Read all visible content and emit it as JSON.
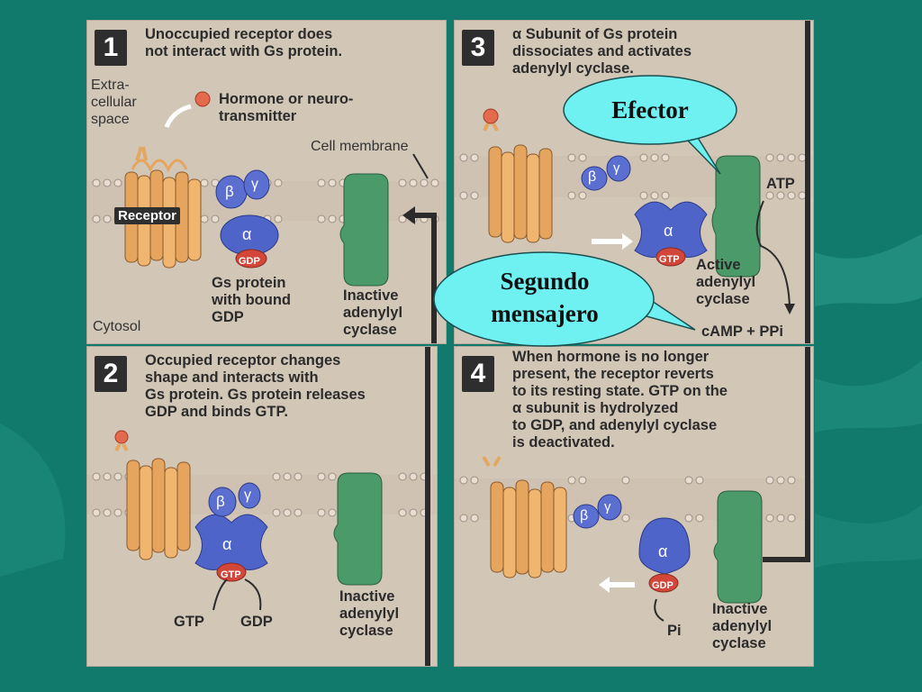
{
  "slide": {
    "background": "#127a6c",
    "panel_color": "#d2c6b7"
  },
  "panel1": {
    "number": "1",
    "title": "Unoccupied receptor does\nnot interact with Gs protein.",
    "extracellular": "Extra-\ncellular\nspace",
    "hormone": "Hormone or neuro-\ntransmitter",
    "membrane": "Cell membrane",
    "receptor": "Receptor",
    "gs_label": "Gs protein\nwith bound\nGDP",
    "cytosol": "Cytosol",
    "cyclase": "Inactive\nadenylyl\ncyclase"
  },
  "panel2": {
    "number": "2",
    "title": "Occupied receptor changes\nshape and interacts with\nGs protein. Gs protein releases\nGDP and binds GTP.",
    "gtp": "GTP",
    "gdp": "GDP",
    "cyclase": "Inactive\nadenylyl\ncyclase"
  },
  "panel3": {
    "number": "3",
    "title": "α Subunit of Gs protein\ndissociates and activates\nadenylyl cyclase.",
    "atp": "ATP",
    "active": "Active\nadenylyl\ncyclase",
    "camp": "cAMP + PPi"
  },
  "panel4": {
    "number": "4",
    "title": "When hormone is no longer\npresent, the receptor reverts\nto its resting state. GTP on the\nα subunit is hydrolyzed\nto GDP, and adenylyl cyclase\nis deactivated.",
    "pi": "Pi",
    "cyclase": "Inactive\nadenylyl\ncyclase"
  },
  "subunits": {
    "alpha": "α",
    "beta": "β",
    "gamma": "γ",
    "gdp": "GDP",
    "gtp": "GTP"
  },
  "callouts": {
    "efector": "Efector",
    "segundo": "Segundo\nmensajero",
    "bubble_color": "#6ff1f1"
  }
}
